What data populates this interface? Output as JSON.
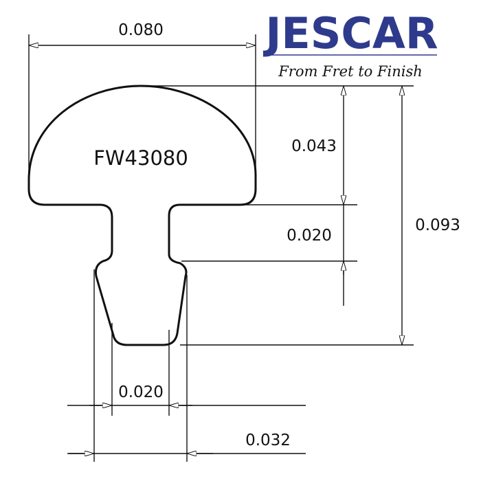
{
  "logo": {
    "brand": "JESCAR",
    "tagline": "From Fret to Finish",
    "color": "#2e3a8c"
  },
  "part_number": "FW43080",
  "dimensions": {
    "crown_width": "0.080",
    "crown_height": "0.043",
    "tang_gap": "0.020",
    "total_height": "0.093",
    "tang_width": "0.020",
    "barb_width": "0.032"
  }
}
